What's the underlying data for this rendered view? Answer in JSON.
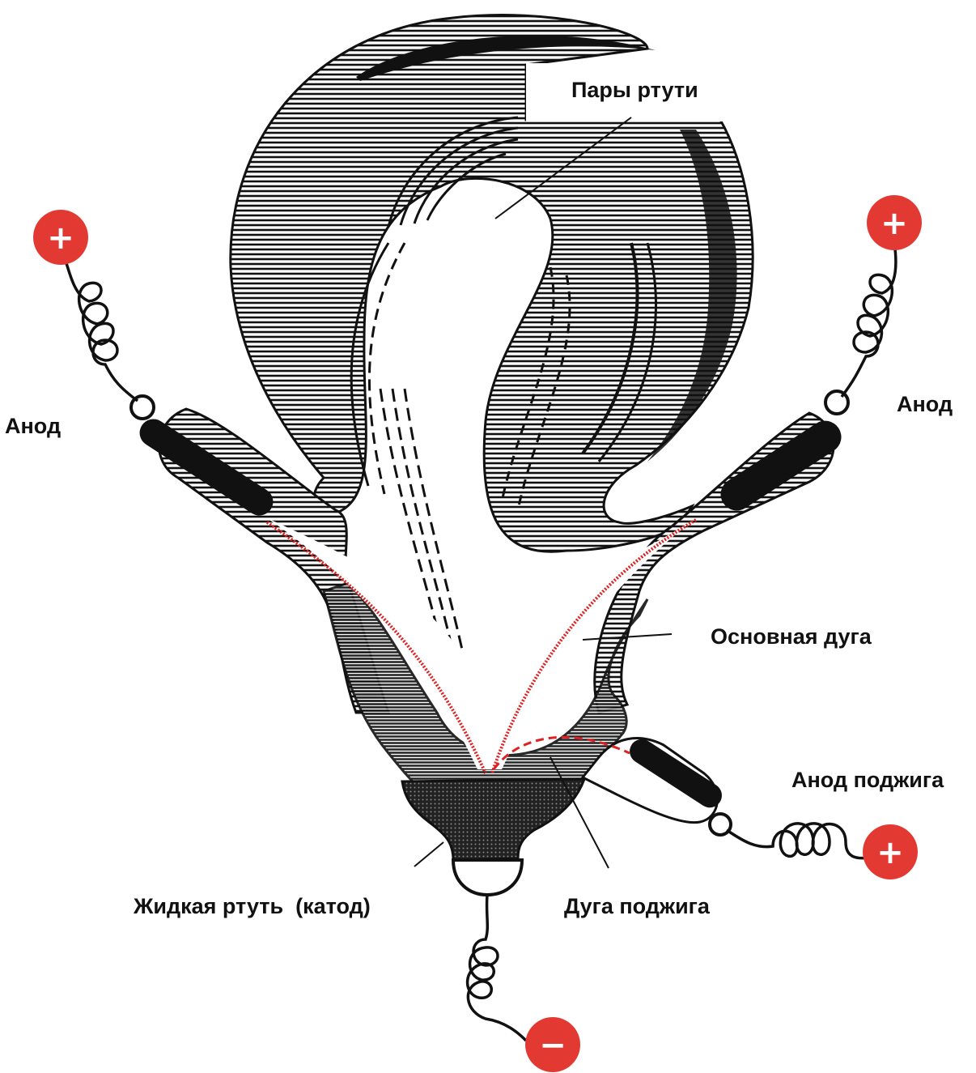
{
  "labels": {
    "mercury_vapor": "Пары ртути",
    "anode_left": "Анод",
    "anode_right": "Анод",
    "main_arc": "Основная дуга",
    "ignition_anode": "Анод поджига",
    "liquid_mercury": "Жидкая ртуть  (катод)",
    "ignition_arc": "Дуга поджига"
  },
  "terminals": {
    "anode_left": "+",
    "anode_right": "+",
    "ignition_anode": "+",
    "cathode": "−"
  },
  "colors": {
    "ink": "#111111",
    "arc": "#e02020",
    "terminal": "#e23a32"
  },
  "icons": {
    "positive_terminal": "plus-circle",
    "negative_terminal": "minus-circle",
    "wire": "coil-spring"
  }
}
